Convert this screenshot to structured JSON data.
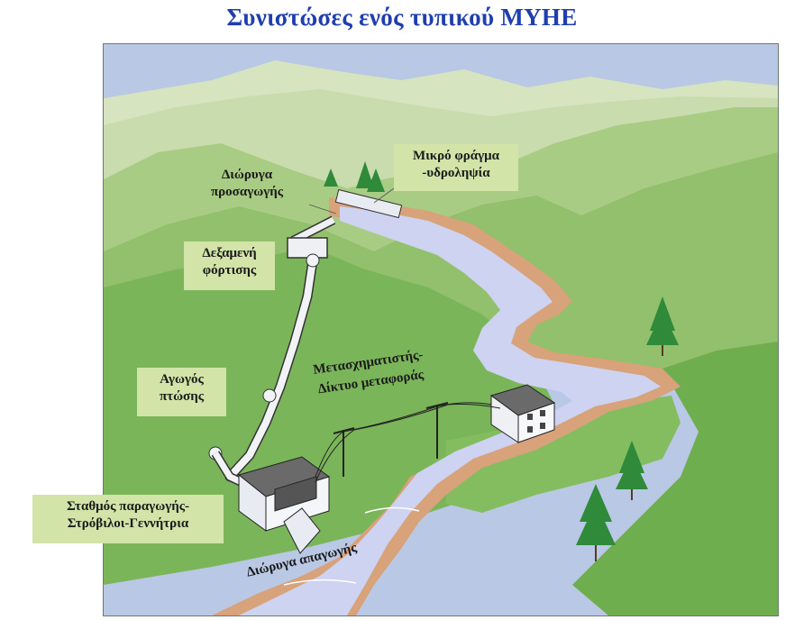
{
  "title": "Συνιστώσες ενός τυπικού ΜΥΗΕ",
  "labels": {
    "dam": [
      "Μικρό φράγμα",
      "-υδροληψία"
    ],
    "intake_canal": [
      "Διώρυγα",
      "προσαγωγής"
    ],
    "forebay": [
      "Δεξαμενή",
      "φόρτισης"
    ],
    "penstock": [
      "Αγωγός",
      "πτώσης"
    ],
    "powerhouse": [
      "Σταθμός παραγωγής-",
      "Στρόβιλοι-Γεννήτρια"
    ],
    "transformer": [
      "Μετασχηματιστής-",
      "Δίκτυο μεταφοράς"
    ],
    "tailrace": "Διώρυγα απαγωγής"
  },
  "colors": {
    "title": "#1f3fae",
    "label_bg": "#d2e4a8",
    "sky": "#b9c8e4",
    "hill_far": "#c9dcae",
    "hill_mid": "#a9cc84",
    "hill_near": "#7bb55a",
    "river": "#cdd3f0",
    "bank": "#d8a27a",
    "tree": "#2f8a3a"
  }
}
